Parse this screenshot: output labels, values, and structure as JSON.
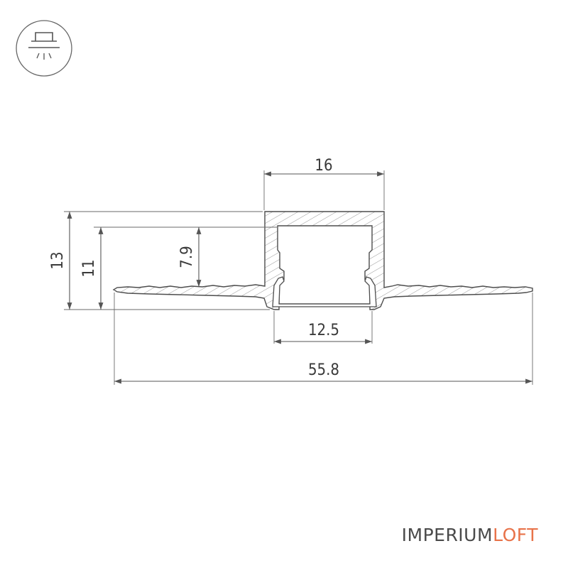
{
  "mounting_icon": {
    "name": "recessed-light-icon"
  },
  "dimensions": {
    "total_height": "13",
    "inner_height": "11",
    "channel_depth": "7.9",
    "top_width": "16",
    "inner_width": "12.5",
    "total_width": "55.8"
  },
  "brand": {
    "name_part1": "IMPERIUM",
    "name_part2": "LOFT",
    "color_part1": "#4a4a4a",
    "color_part2": "#e8734a"
  },
  "colors": {
    "line": "#555555",
    "hatch": "#7a7a7a"
  }
}
